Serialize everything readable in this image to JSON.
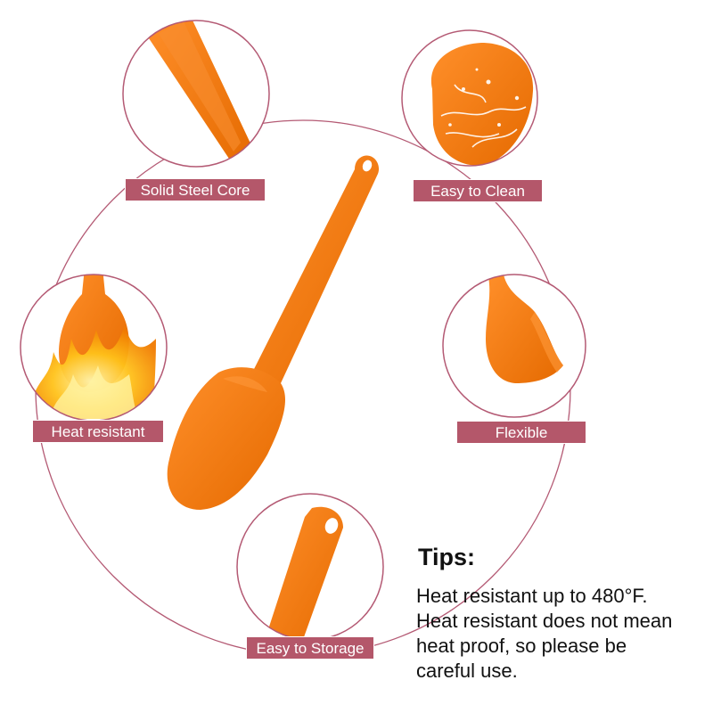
{
  "features": {
    "solid_steel_core": "Solid Steel Core",
    "easy_to_clean": "Easy to Clean",
    "heat_resistant": "Heat resistant",
    "flexible": "Flexible",
    "easy_to_storage": "Easy to Storage"
  },
  "tips": {
    "title": "Tips:",
    "lines": [
      "Heat resistant up to 480°F.",
      "Heat resistant does not mean",
      "heat proof, so please be",
      "careful use."
    ]
  },
  "colors": {
    "product_orange": "#f47a0c",
    "label_fill": "#b4576a",
    "ring_stroke": "#b45a74"
  }
}
